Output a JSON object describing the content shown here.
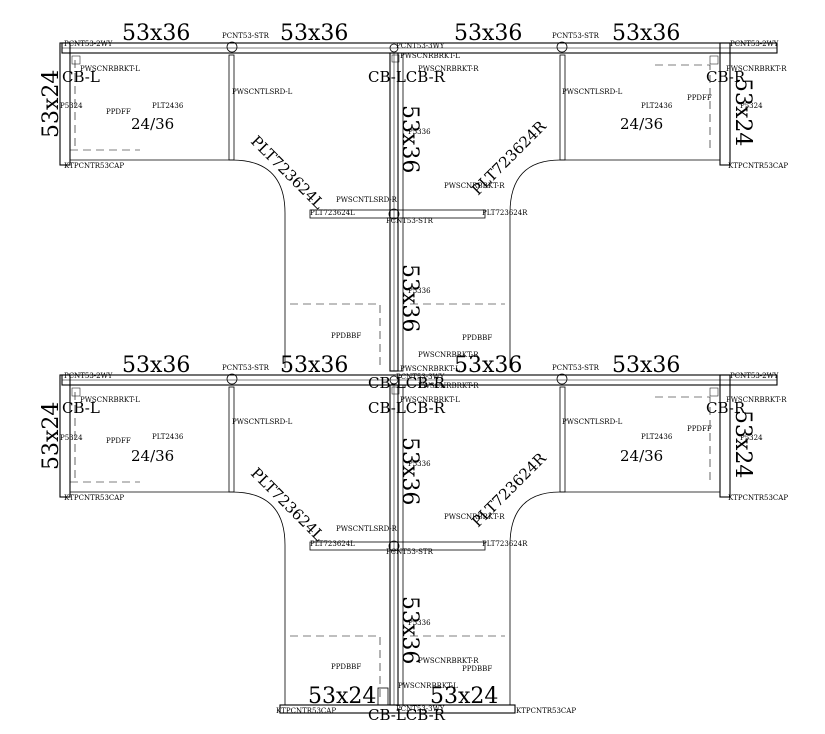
{
  "labels": {
    "dim_53x36": "53x36",
    "dim_53x24": "53x24",
    "desk_24_36": "24/36",
    "cb_l": "CB-L",
    "cb_r": "CB-R",
    "cb_lcb_r": "CB-LCB-R",
    "pcnt_2wy": "PCNT53-2WY",
    "pcnt_str": "PCNT53-STR",
    "pcnt_3wy": "PCNT53-3WY",
    "pcnt_str_short": "PCNT53-STR",
    "pwscnrbrkt_l": "PWSCNRBRKT-L",
    "pwscnrbrkt_r": "PWSCNRBRKT-R",
    "pwscntlsrd_l": "PWSCNTLSRD-L",
    "pwscntlsrd_r": "PWSCNTLSRD-R",
    "ktpcntr53cap": "KTPCNTR53CAP",
    "p5324": "P5324",
    "p5336": "P5336",
    "ppdff": "PPDFF",
    "plt2436": "PLT2436",
    "ppdbbf": "PPDBBF",
    "plt723624l": "PLT723624L",
    "plt723624r": "PLT723624R"
  }
}
